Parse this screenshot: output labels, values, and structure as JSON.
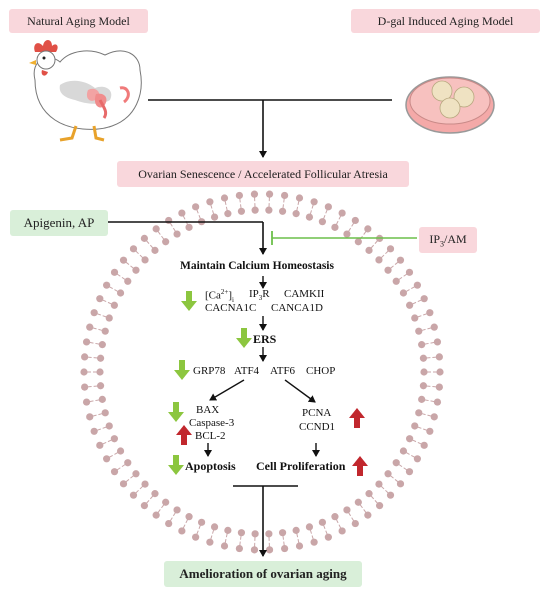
{
  "top": {
    "natural_model": "Natural Aging Model",
    "dgal_model": "D-gal Induced Aging Model",
    "senescence": "Ovarian Senescence / Accelerated Follicular Atresia"
  },
  "inputs": {
    "apigenin": "Apigenin, AP",
    "ip3_main": "IP",
    "ip3_sub": "3",
    "ip3_tail": "/AM"
  },
  "pathway": {
    "calcium": "Maintain Calcium Homeostasis",
    "ca_main": "[Ca",
    "ca_sup": "2+",
    "ca_close": "]",
    "ca_sub": "i",
    "ip3r_main": "IP",
    "ip3r_sub": "3",
    "ip3r_tail": "R",
    "camkii": "CAMKII",
    "cacna1c": "CACNA1C",
    "canca1d": "CANCA1D",
    "ers": "ERS",
    "grp78": "GRP78",
    "atf4": "ATF4",
    "atf6": "ATF6",
    "chop": "CHOP",
    "bax": "BAX",
    "caspase3": "Caspase-3",
    "bcl2": "BCL-2",
    "pcna": "PCNA",
    "ccnd1": "CCND1",
    "apoptosis": "Apoptosis",
    "proliferation": "Cell Proliferation",
    "amelioration": "Amelioration of ovarian aging"
  },
  "colors": {
    "pink_box": "#f9d7dc",
    "green_box": "#d9efd9",
    "down_arrow": "#8cc63f",
    "up_arrow": "#c1272d",
    "inhibit_line": "#6cbf4a",
    "membrane": "#c9a6a8"
  },
  "icons": {
    "hen": "hen-illustration",
    "dish": "petri-dish-with-follicles"
  }
}
